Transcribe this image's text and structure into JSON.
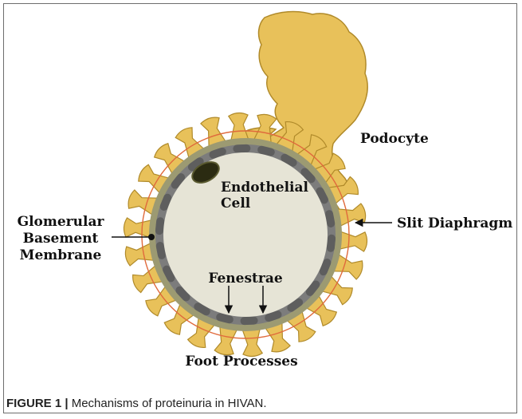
{
  "labels": {
    "podocyte": "Podocyte",
    "endothelial_line1": "Endothelial",
    "endothelial_line2": "Cell",
    "gbm_line1": "Glomerular",
    "gbm_line2": "Basement",
    "gbm_line3": "Membrane",
    "slit_diaphragm": "Slit Diaphragm",
    "fenestrae": "Fenestrae",
    "foot_processes": "Foot Processes"
  },
  "caption": {
    "figure_label": "FIGURE 1 |",
    "text": " Mechanisms of proteinuria in HIVAN."
  },
  "colors": {
    "podocyte_fill": "#e8c15a",
    "podocyte_stroke": "#b08a2a",
    "membrane": "#9c9a72",
    "endothelium": "#7c7c7c",
    "fenestra_gap": "#5e5e5e",
    "lumen": "#e6e4d6",
    "nucleus": "#2b2b12",
    "slit_line": "#e06a3c",
    "frame": "#6d6d6d"
  }
}
